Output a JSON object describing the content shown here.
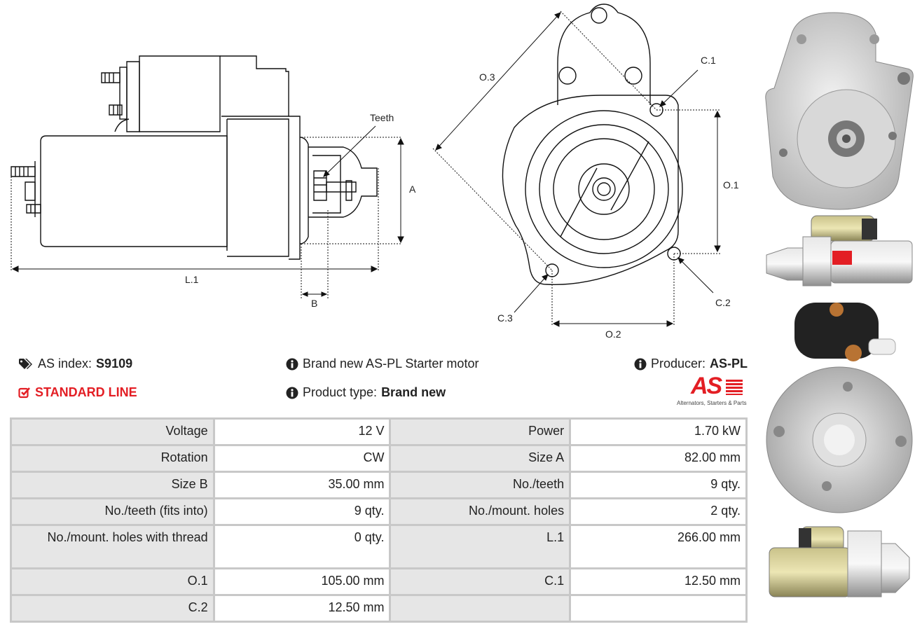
{
  "diagram": {
    "labels": {
      "teeth": "Teeth",
      "a": "A",
      "b": "B",
      "l1": "L.1",
      "o1": "O.1",
      "o2": "O.2",
      "o3": "O.3",
      "c1": "C.1",
      "c2": "C.2",
      "c3": "C.3"
    }
  },
  "info": {
    "as_index_label": "AS index:",
    "as_index_value": "S9109",
    "standard_line": "STANDARD LINE",
    "description": "Brand new AS-PL Starter motor",
    "product_type_label": "Product type:",
    "product_type_value": "Brand new",
    "producer_label": "Producer:",
    "producer_value": "AS-PL",
    "logo_text": "AS",
    "logo_tagline": "Alternators, Starters & Parts"
  },
  "specs": [
    [
      "Voltage",
      "12 V",
      "Power",
      "1.70 kW"
    ],
    [
      "Rotation",
      "CW",
      "Size A",
      "82.00 mm"
    ],
    [
      "Size B",
      "35.00 mm",
      "No./teeth",
      "9 qty."
    ],
    [
      "No./teeth (fits into)",
      "9 qty.",
      "No./mount. holes",
      "2 qty."
    ],
    [
      "No./mount. holes with thread",
      "0 qty.",
      "L.1",
      "266.00 mm"
    ],
    [
      "O.1",
      "105.00 mm",
      "C.1",
      "12.50 mm"
    ],
    [
      "C.2",
      "12.50 mm",
      "",
      ""
    ]
  ],
  "colors": {
    "accent": "#e31e24",
    "table_label_bg": "#e6e6e6",
    "table_border": "#c8c8c8"
  }
}
